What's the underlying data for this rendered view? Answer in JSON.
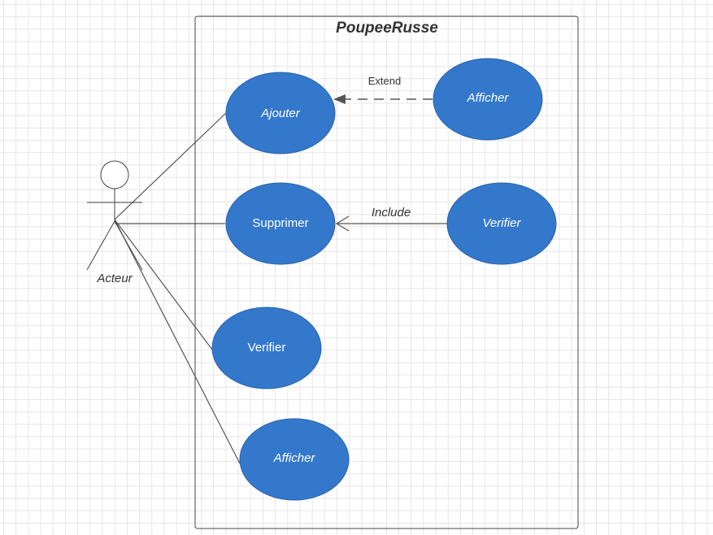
{
  "system": {
    "title": "PoupeeRusse"
  },
  "actor": {
    "label": "Acteur"
  },
  "use_cases": {
    "ajouter": "Ajouter",
    "supprimer": "Supprimer",
    "verifier_left": "Verifier",
    "afficher_left": "Afficher",
    "afficher_right": "Afficher",
    "verifier_right": "Verifier"
  },
  "relations": {
    "extend": "Extend",
    "include": "Include"
  },
  "colors": {
    "use_case_fill": "#3478cc",
    "use_case_stroke": "#2a62a8",
    "line": "#555555",
    "boundary": "#444444"
  }
}
